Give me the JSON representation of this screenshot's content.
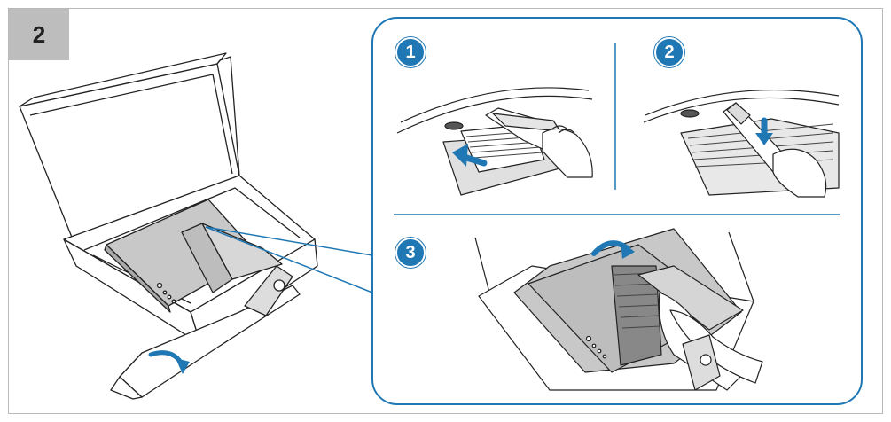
{
  "step_number": "2",
  "substeps": [
    {
      "label": "1"
    },
    {
      "label": "2"
    },
    {
      "label": "3"
    }
  ],
  "colors": {
    "accent": "#1f78b4",
    "step_tab": "#bdbdbd",
    "frame_border": "#b9b9b9",
    "panel_gray": "#c8c8c8",
    "line_art": "#222222"
  },
  "icons": [
    "rotate-arrow-icon",
    "push-arrow-icon",
    "down-arrow-icon",
    "dell-logo-icon"
  ]
}
